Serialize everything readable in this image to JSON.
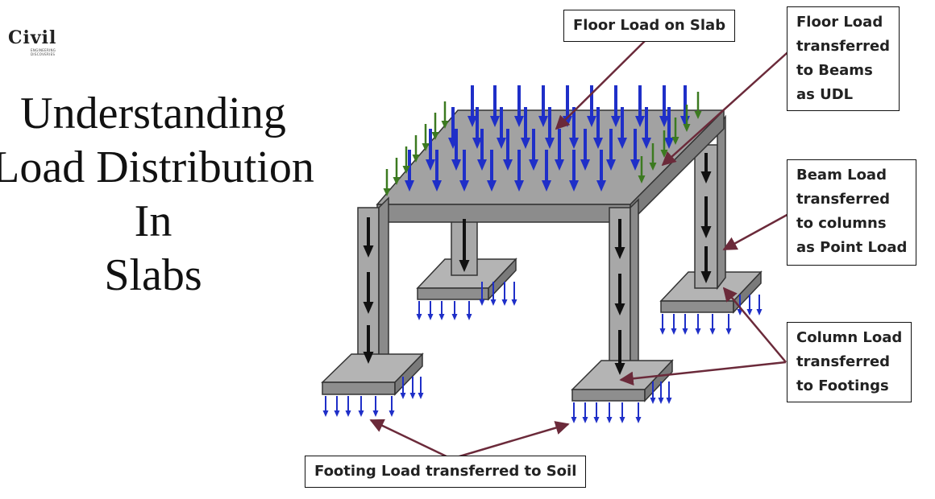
{
  "logo": {
    "word": "Civil",
    "sub": "ENGINEERING DISCOVERIES"
  },
  "title": {
    "lines": [
      "Understanding",
      "Load Distribution",
      "In",
      "Slabs"
    ]
  },
  "callouts": {
    "floor_load_on_slab": [
      "Floor Load on Slab"
    ],
    "floor_load_beams": [
      "Floor Load",
      "transferred",
      "to Beams",
      "as UDL"
    ],
    "beam_load_columns": [
      "Beam Load",
      "transferred",
      "to columns",
      "as Point Load"
    ],
    "column_load_footings": [
      "Column Load",
      "transferred",
      "to Footings"
    ],
    "footing_load_soil": [
      "Footing Load transferred to Soil"
    ]
  },
  "colors": {
    "slab_top": "#9e9e9e",
    "slab_side": "#8a8a8a",
    "column": "#a8a8a8",
    "footing": "#9a9a9a",
    "floor_arrow": "#1f2fc8",
    "beam_arrow": "#3c7a20",
    "column_arrow": "#111111",
    "soil_arrow": "#1f2fc8",
    "leader": "#6b2a3a"
  }
}
